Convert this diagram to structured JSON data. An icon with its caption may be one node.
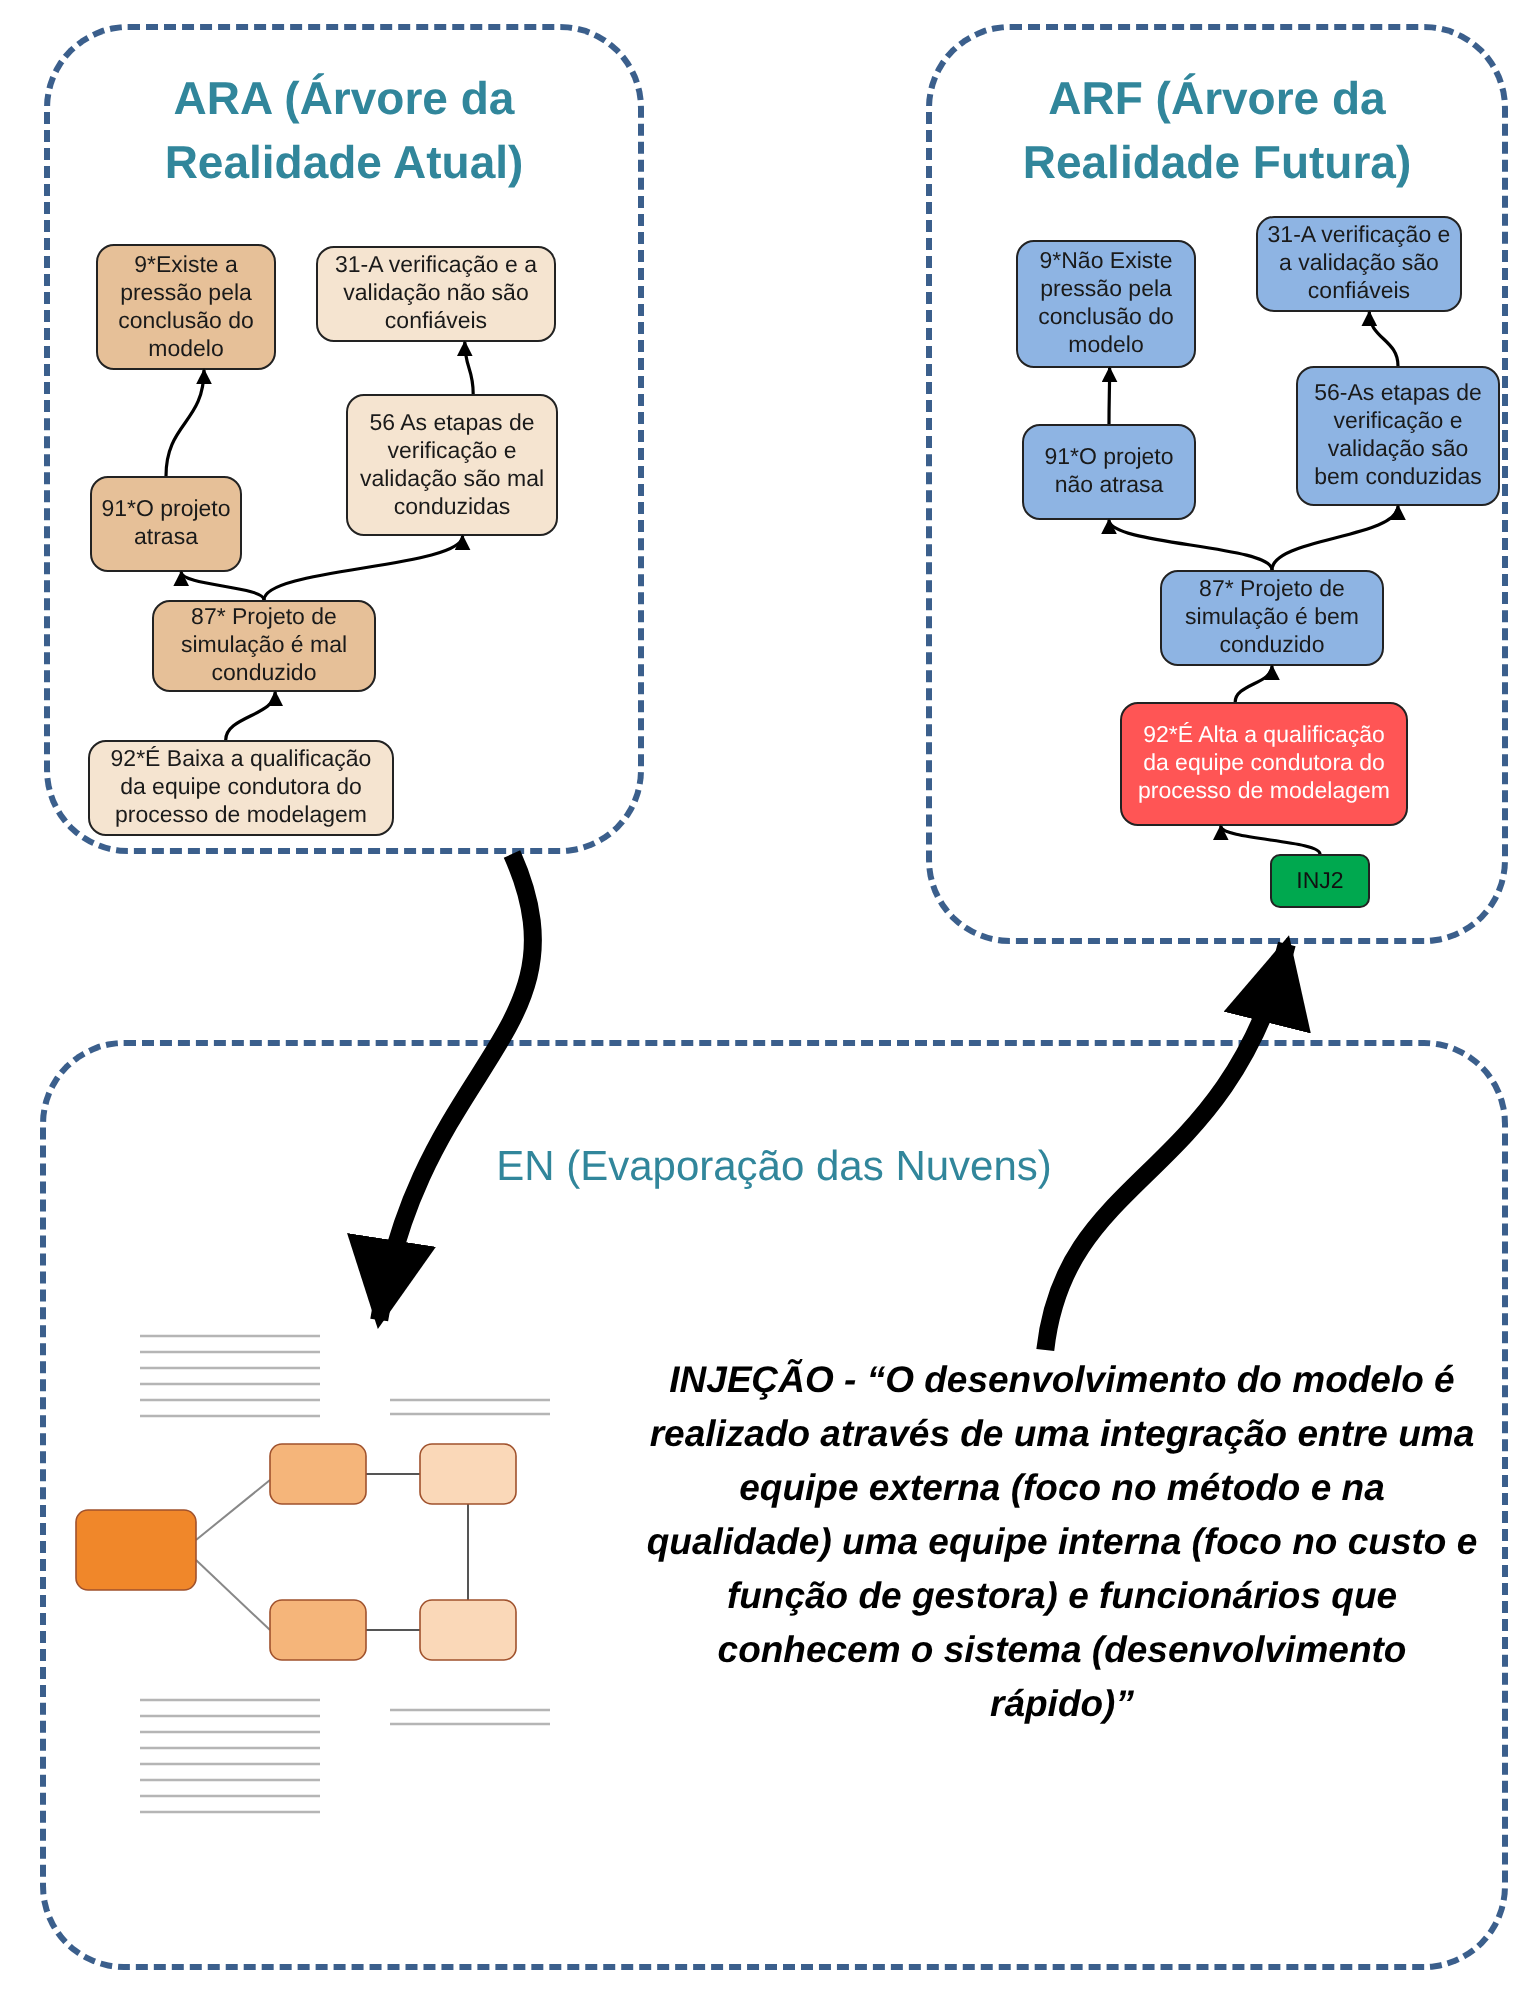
{
  "diagram": {
    "nodes": [
      {
        "text": [
          "ARA (Árvore da Realidade Atual)"
        ]
      },
      {
        "text": [
          "9*Existe a pressão pela conclusão do modelo"
        ],
        "in": 0
      },
      {
        "text": [
          "31-A verificação e a validação não são confiáveis"
        ],
        "in": 0
      },
      {
        "text": [
          "56 As etapas de verificação e validação são mal conduzidas"
        ],
        "in": 0
      },
      {
        "text": [
          "91*O projeto atrasa"
        ],
        "in": 0
      },
      {
        "text": [
          "87* Projeto de simulação é mal conduzido"
        ],
        "in": 0
      },
      {
        "text": [
          "92*É Baixa a qualificação da equipe condutora do processo de modelagem"
        ],
        "in": 0
      },
      {
        "text": [
          "ARF (Árvore da Realidade Futura)"
        ]
      },
      {
        "text": [
          "9*Não Existe pressão pela conclusão do modelo"
        ],
        "in": 7
      },
      {
        "text": [
          "31-A verificação e a validação são confiáveis"
        ],
        "in": 7
      },
      {
        "text": [
          "56-As etapas de verificação e validação são bem conduzidas"
        ],
        "in": 7
      },
      {
        "text": [
          "91*O projeto não atrasa"
        ],
        "in": 7
      },
      {
        "text": [
          "87* Projeto de simulação é bem conduzido"
        ],
        "in": 7
      },
      {
        "text": [
          "92*É Alta a qualificação da equipe condutora do processo de modelagem"
        ],
        "in": 7
      },
      {
        "text": [
          "INJ2"
        ],
        "in": 7
      },
      {
        "text": [
          "EN (Evaporação das Nuvens)"
        ]
      },
      {
        "text": [],
        "shape": "picture",
        "in": 15
      },
      {
        "text": [
          "INJEÇÃO - “O desenvolvimento do modelo é realizado através de uma integração entre uma equipe externa (foco no método e na qualidade) uma equipe interna (foco no custo e função de gestora) e funcionários que conhecem o sistema (desenvolvimento rápido)”"
        ],
        "in": 15
      }
    ],
    "edges": [
      {
        "from": 6,
        "to": 5,
        "arrow": "to"
      },
      {
        "from": 5,
        "to": 4,
        "arrow": "to"
      },
      {
        "from": 5,
        "to": 3,
        "arrow": "to"
      },
      {
        "from": 4,
        "to": 1,
        "arrow": "to"
      },
      {
        "from": 3,
        "to": 2,
        "arrow": "to"
      },
      {
        "from": 14,
        "to": 13,
        "arrow": "to"
      },
      {
        "from": 13,
        "to": 12,
        "arrow": "to"
      },
      {
        "from": 12,
        "to": 11,
        "arrow": "to"
      },
      {
        "from": 12,
        "to": 10,
        "arrow": "to"
      },
      {
        "from": 11,
        "to": 8,
        "arrow": "to"
      },
      {
        "from": 10,
        "to": 9,
        "arrow": "to"
      },
      {
        "from": 0,
        "to": 16,
        "arrow": "to",
        "style": "thick"
      },
      {
        "from": 17,
        "to": 7,
        "arrow": "to",
        "style": "thick"
      }
    ]
  }
}
